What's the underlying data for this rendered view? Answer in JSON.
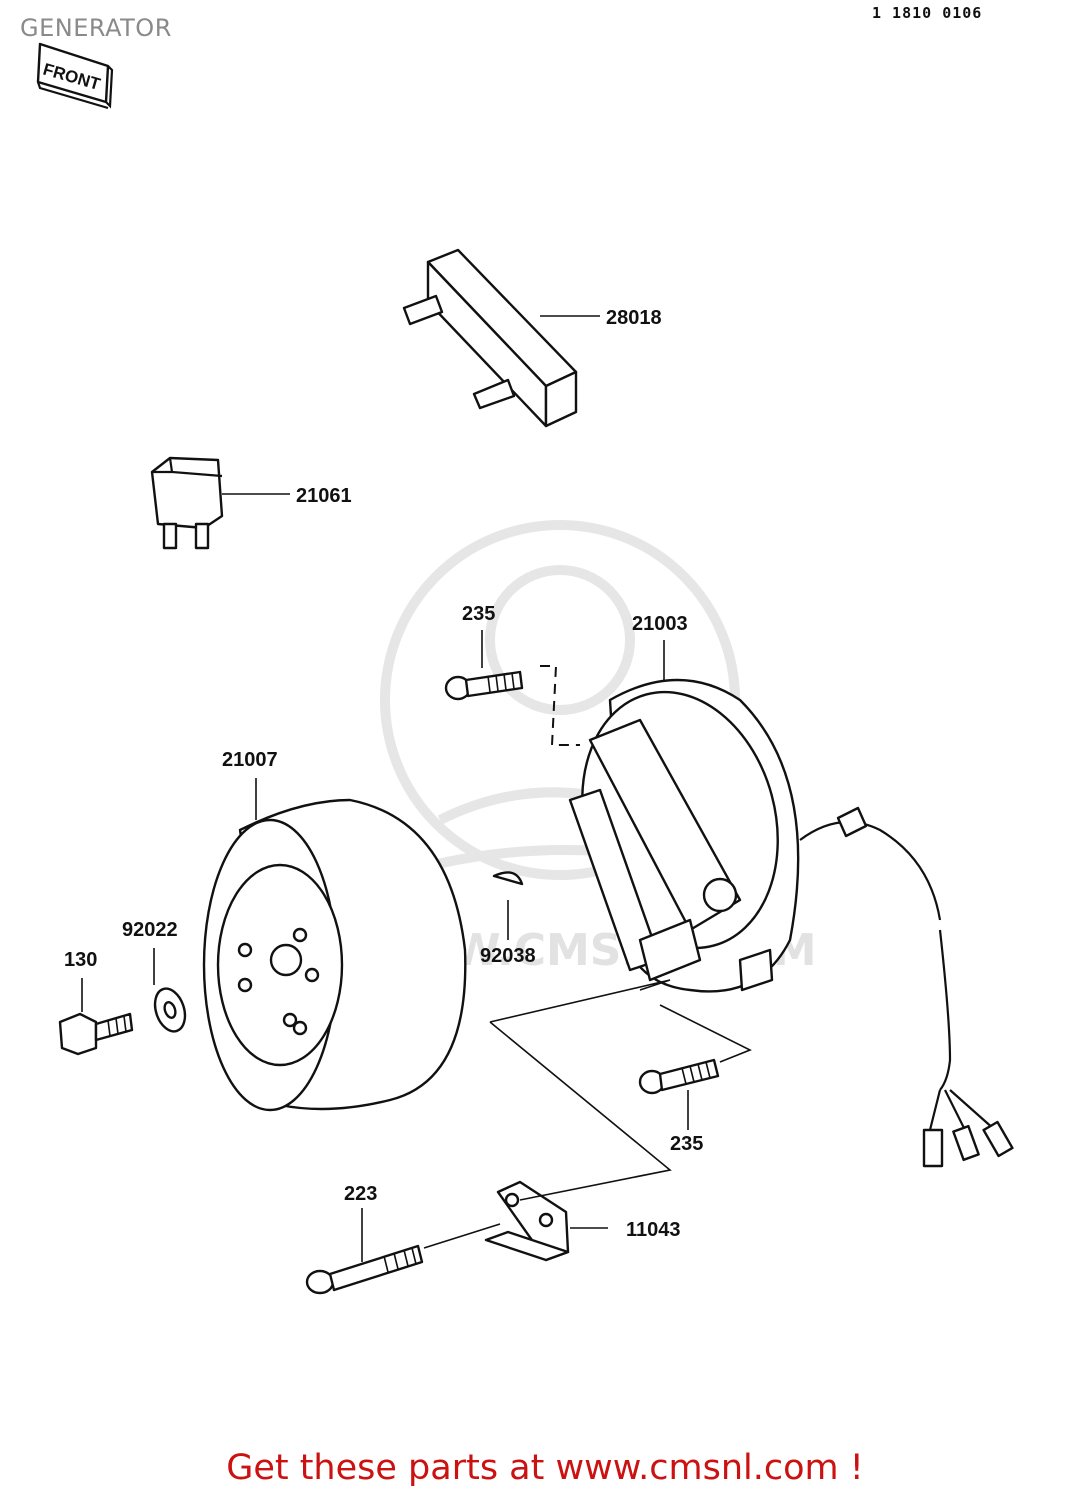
{
  "header": {
    "title": "GENERATOR",
    "drawing_code": "1 1810 0106",
    "front_sign": "FRONT"
  },
  "parts": [
    {
      "number": "28018"
    },
    {
      "number": "21061"
    },
    {
      "number": "235"
    },
    {
      "number": "21003"
    },
    {
      "number": "21007"
    },
    {
      "number": "92022"
    },
    {
      "number": "130"
    },
    {
      "number": "92038"
    },
    {
      "number": "235"
    },
    {
      "number": "223"
    },
    {
      "number": "11043"
    }
  ],
  "watermark": {
    "text": "WWW.CMSNL.COM"
  },
  "footer": {
    "text": "Get these parts at www.cmsnl.com !",
    "color": "#cc1111"
  }
}
